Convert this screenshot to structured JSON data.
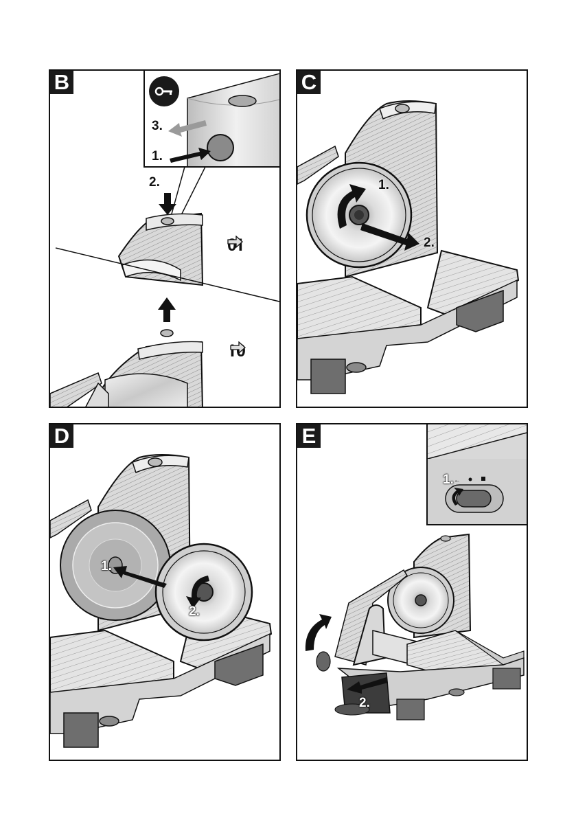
{
  "panels": [
    {
      "id": "B",
      "letter": "B",
      "steps": [
        "1.",
        "2.",
        "3."
      ],
      "icons": [
        "key-icon"
      ],
      "switch_labels": {
        "on": {
          "from": "0",
          "to": "I"
        },
        "off": {
          "from": "I",
          "to": "0"
        }
      }
    },
    {
      "id": "C",
      "letter": "C",
      "steps": [
        "1.",
        "2."
      ]
    },
    {
      "id": "D",
      "letter": "D",
      "steps": [
        "1.",
        "2."
      ]
    },
    {
      "id": "E",
      "letter": "E",
      "steps": [
        "1.",
        "2."
      ]
    }
  ],
  "colors": {
    "ink": "#111111",
    "label_bg": "#1a1a1a",
    "metal_light": "#e6e6e6",
    "metal_mid": "#bdbdbd",
    "metal_dark": "#6e6e6e"
  }
}
